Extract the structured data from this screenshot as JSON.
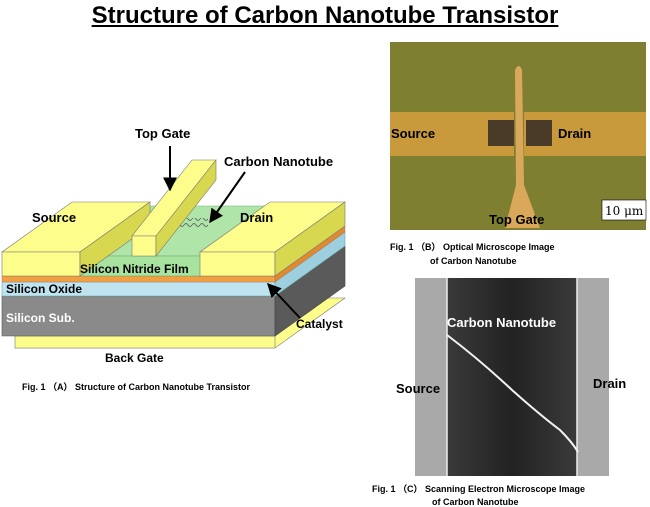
{
  "title": "Structure of Carbon Nanotube Transistor",
  "panel_a": {
    "labels": {
      "top_gate": "Top Gate",
      "carbon_nanotube": "Carbon Nanotube",
      "source": "Source",
      "drain": "Drain",
      "silicon_nitride": "Silicon Nitride Film",
      "silicon_oxide": "Silicon Oxide",
      "silicon_sub": "Silicon Sub.",
      "catalyst": "Catalyst",
      "back_gate": "Back Gate"
    },
    "caption": "Fig. 1 （A） Structure of Carbon Nanotube Transistor"
  },
  "panel_b": {
    "labels": {
      "source": "Source",
      "drain": "Drain",
      "top_gate": "Top Gate",
      "scale": "10 μm"
    },
    "caption_line1": "Fig. 1 （B） Optical Microscope  Image",
    "caption_line2": "of Carbon Nanotube"
  },
  "panel_c": {
    "labels": {
      "carbon_nanotube": "Carbon Nanotube",
      "source": "Source",
      "drain": "Drain"
    },
    "caption_line1": "Fig. 1 （C） Scanning Electron Microscope Image",
    "caption_line2": "of Carbon Nanotube"
  },
  "colors": {
    "electrode": "#fdfd8c",
    "electrode_side": "#d8d850",
    "nitride": "#a8e3a0",
    "catalyst": "#f0a040",
    "oxide": "#bfe3ef",
    "substrate_front": "#8a8a8a",
    "substrate_side": "#5a5a5a",
    "optical_bg": "#7b7b2e",
    "optical_electrode": "#c89a3c"
  }
}
